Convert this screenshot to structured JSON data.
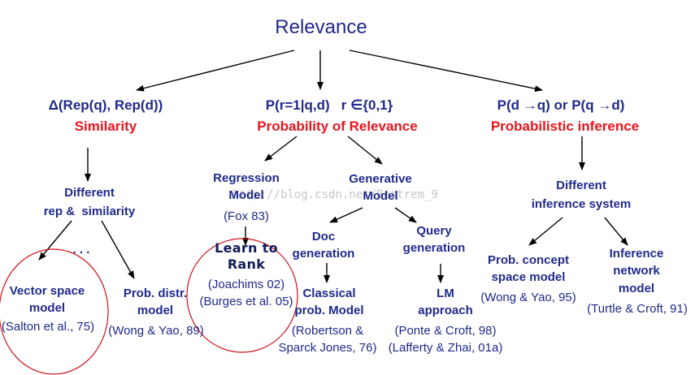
{
  "root": "Relevance",
  "branches": [
    {
      "formula": "Δ(Rep(q), Rep(d))",
      "label": "Similarity"
    },
    {
      "formula": "P(r=1|q,d)   r ∈{0,1}",
      "label": "Probability of Relevance"
    },
    {
      "formula": "P(d →q) or P(q →d)",
      "label": "Probabilistic inference"
    }
  ],
  "similarity": {
    "different": [
      "Different",
      "rep &  similarity"
    ],
    "ellipsis": ". . .",
    "vector_space": {
      "name": [
        "Vector space",
        "model"
      ],
      "cite": "(Salton et al., 75)"
    },
    "prob_distr": {
      "name": [
        "Prob. distr.",
        "model"
      ],
      "cite": "(Wong & Yao, 89)"
    }
  },
  "probability": {
    "regression": {
      "name": [
        "Regression",
        "Model"
      ],
      "cite": "(Fox 83)"
    },
    "learn_to_rank": {
      "name": [
        "Learn to",
        "Rank"
      ],
      "cites": [
        "(Joachims 02)",
        "(Burges et al. 05)"
      ]
    },
    "generative": [
      "Generative",
      "Model"
    ],
    "doc_generation": [
      "Doc",
      "generation"
    ],
    "query_generation": [
      "Query",
      "generation"
    ],
    "classical": {
      "name": [
        "Classical",
        "prob. Model"
      ],
      "cites": [
        "(Robertson &",
        "Sparck Jones, 76)"
      ]
    },
    "lm": {
      "name": [
        "LM",
        "approach"
      ],
      "cites": [
        "(Ponte & Croft, 98)",
        "(Lafferty & Zhai, 01a)"
      ]
    }
  },
  "inference": {
    "different": [
      "Different",
      "inference system"
    ],
    "prob_concept": {
      "name": [
        "Prob. concept",
        "space model"
      ],
      "cite": "(Wong & Yao, 95)"
    },
    "inference_network": {
      "name": [
        "Inference",
        "network",
        "model"
      ],
      "cite": "(Turtle & Croft, 91)"
    }
  },
  "watermark": "http://blog.csdn.net/Bestrem_9",
  "colors": {
    "text": "#1f2a8c",
    "red": "#e8141c",
    "arrow": "#000000",
    "circle": "#d0121b"
  }
}
